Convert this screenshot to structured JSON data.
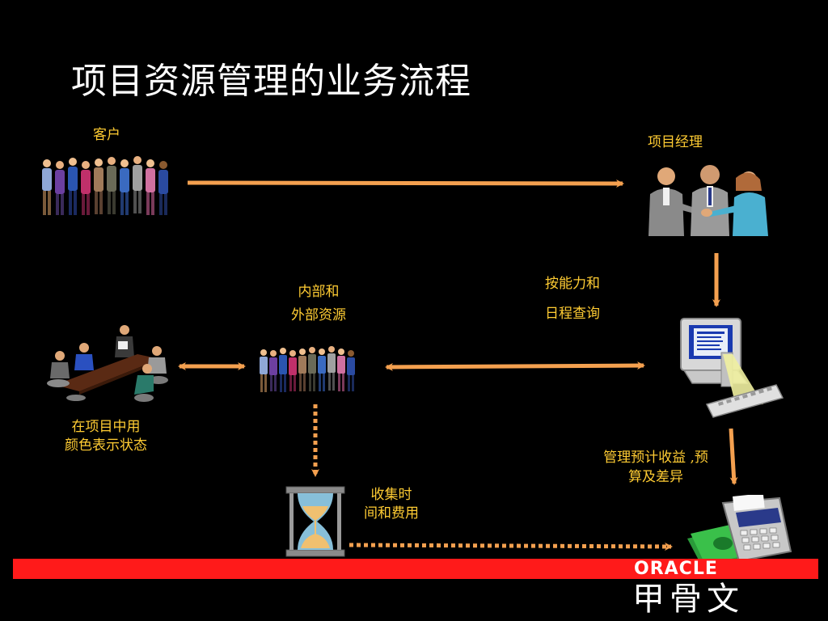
{
  "title": "项目资源管理的业务流程",
  "labels": {
    "customer": "客户",
    "project_manager": "项目经理",
    "internal_external": [
      "内部和",
      "外部资源"
    ],
    "query_by_skill": [
      "按能力和",
      "日程查询"
    ],
    "status_colors": [
      "在项目中用",
      "颜色表示状态"
    ],
    "collect_time": [
      "收集时",
      "间和费用"
    ],
    "manage_revenue": [
      "管理预计收益 ,预",
      "算及差异"
    ]
  },
  "brand": {
    "name": "ORACLE",
    "chinese": "甲骨文"
  },
  "colors": {
    "background": "#000000",
    "title": "#ffffff",
    "label": "#ffcc33",
    "arrow": "#f4a04f",
    "footer_bar": "#ff1a1a"
  },
  "icons": {
    "customer": "crowd-icon",
    "project_manager": "handshake-icon",
    "resources": "crowd-icon",
    "meeting": "meeting-table-icon",
    "computer": "computer-icon",
    "hourglass": "hourglass-icon",
    "finance": "calculator-money-icon"
  }
}
